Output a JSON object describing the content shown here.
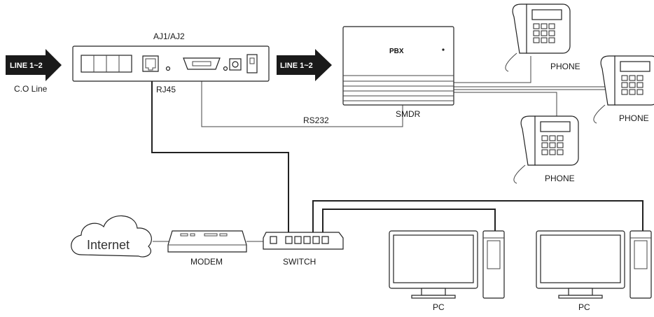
{
  "labels": {
    "line_left": "LINE 1~2",
    "co_line": "C.O Line",
    "device_name": "AJ1/AJ2",
    "rj45": "RJ45",
    "line_right": "LINE 1~2",
    "pbx": "PBX",
    "rs232": "RS232",
    "smdr": "SMDR",
    "phone_top": "PHONE",
    "phone_right": "PHONE",
    "phone_bottom": "PHONE",
    "internet": "Internet",
    "modem": "MODEM",
    "switch": "SWITCH",
    "pc_left": "PC",
    "pc_right": "PC"
  },
  "colors": {
    "line": "#222222",
    "arrow_fill": "#1a1a1a",
    "device_fill": "#ffffff"
  }
}
